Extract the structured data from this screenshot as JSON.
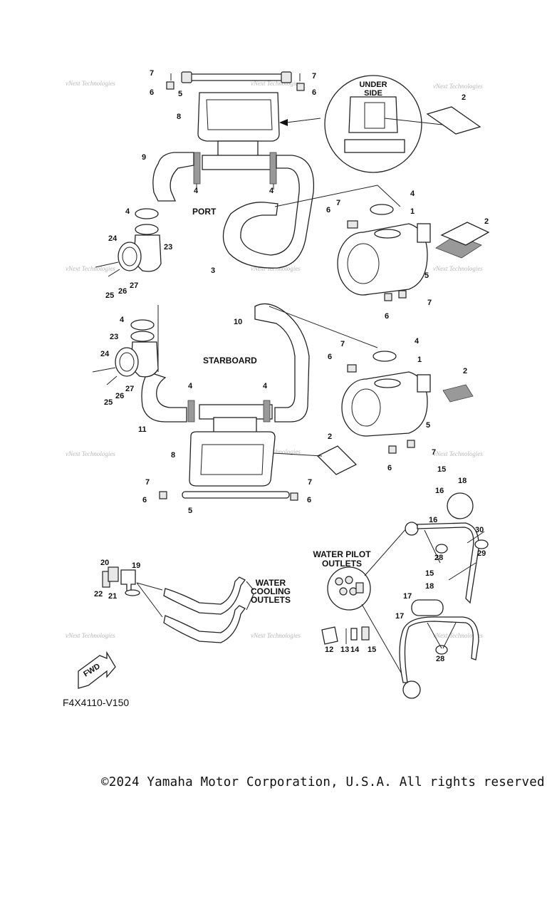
{
  "sections": {
    "port": "PORT",
    "starboard": "STARBOARD",
    "under_side_line1": "UNDER",
    "under_side_line2": "SIDE",
    "water_pilot_line1": "WATER PILOT",
    "water_pilot_line2": "OUTLETS",
    "water_cooling_line1": "WATER",
    "water_cooling_line2": "COOLING",
    "water_cooling_line3": "OUTLETS",
    "fwd": "FWD"
  },
  "diagram_code": "F4X4110-V150",
  "watermark": "vNext Technologies",
  "copyright": "©2024 Yamaha Motor Corporation, U.S.A. All rights reserved.",
  "callouts": {
    "c1": "1",
    "c2": "2",
    "c3": "3",
    "c4": "4",
    "c5": "5",
    "c6": "6",
    "c7": "7",
    "c8": "8",
    "c9": "9",
    "c10": "10",
    "c11": "11",
    "c12": "12",
    "c13": "13",
    "c14": "14",
    "c15": "15",
    "c16": "16",
    "c17": "17",
    "c18": "18",
    "c19": "19",
    "c20": "20",
    "c21": "21",
    "c22": "22",
    "c23": "23",
    "c24": "24",
    "c25": "25",
    "c26": "26",
    "c27": "27",
    "c28": "28",
    "c29": "29",
    "c30": "30"
  }
}
